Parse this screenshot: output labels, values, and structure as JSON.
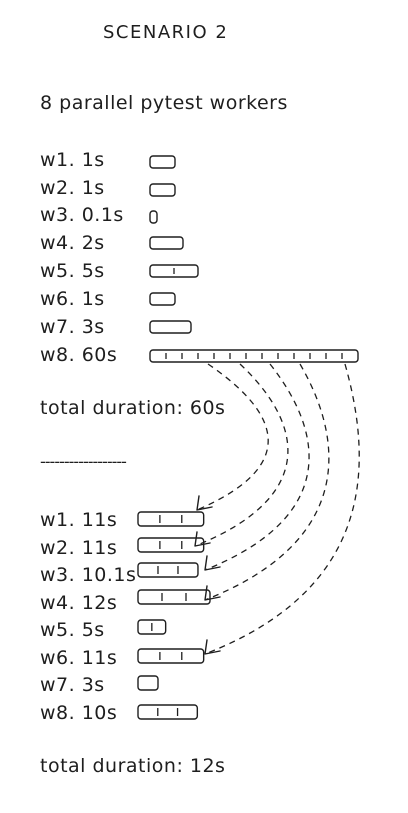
{
  "title": "SCENARIO 2",
  "subtitle": "8 parallel pytest workers",
  "before": {
    "workers": [
      {
        "label": "w1. 1s",
        "seconds": 1
      },
      {
        "label": "w2. 1s",
        "seconds": 1
      },
      {
        "label": "w3. 0.1s",
        "seconds": 0.1
      },
      {
        "label": "w4. 2s",
        "seconds": 2
      },
      {
        "label": "w5. 5s",
        "seconds": 5
      },
      {
        "label": "w6. 1s",
        "seconds": 1
      },
      {
        "label": "w7. 3s",
        "seconds": 3
      },
      {
        "label": "w8. 60s",
        "seconds": 60
      }
    ],
    "total": "total duration: 60s"
  },
  "separator": "------------------",
  "after": {
    "workers": [
      {
        "label": "w1. 11s",
        "seconds": 11
      },
      {
        "label": "w2. 11s",
        "seconds": 11
      },
      {
        "label": "w3. 10.1s",
        "seconds": 10.1
      },
      {
        "label": "w4. 12s",
        "seconds": 12
      },
      {
        "label": "w5. 5s",
        "seconds": 5
      },
      {
        "label": "w6. 11s",
        "seconds": 11
      },
      {
        "label": "w7. 3s",
        "seconds": 3
      },
      {
        "label": "w8. 10s",
        "seconds": 10
      }
    ],
    "total": "total duration: 12s"
  },
  "colors": {
    "ink": "#1e1e1e"
  }
}
